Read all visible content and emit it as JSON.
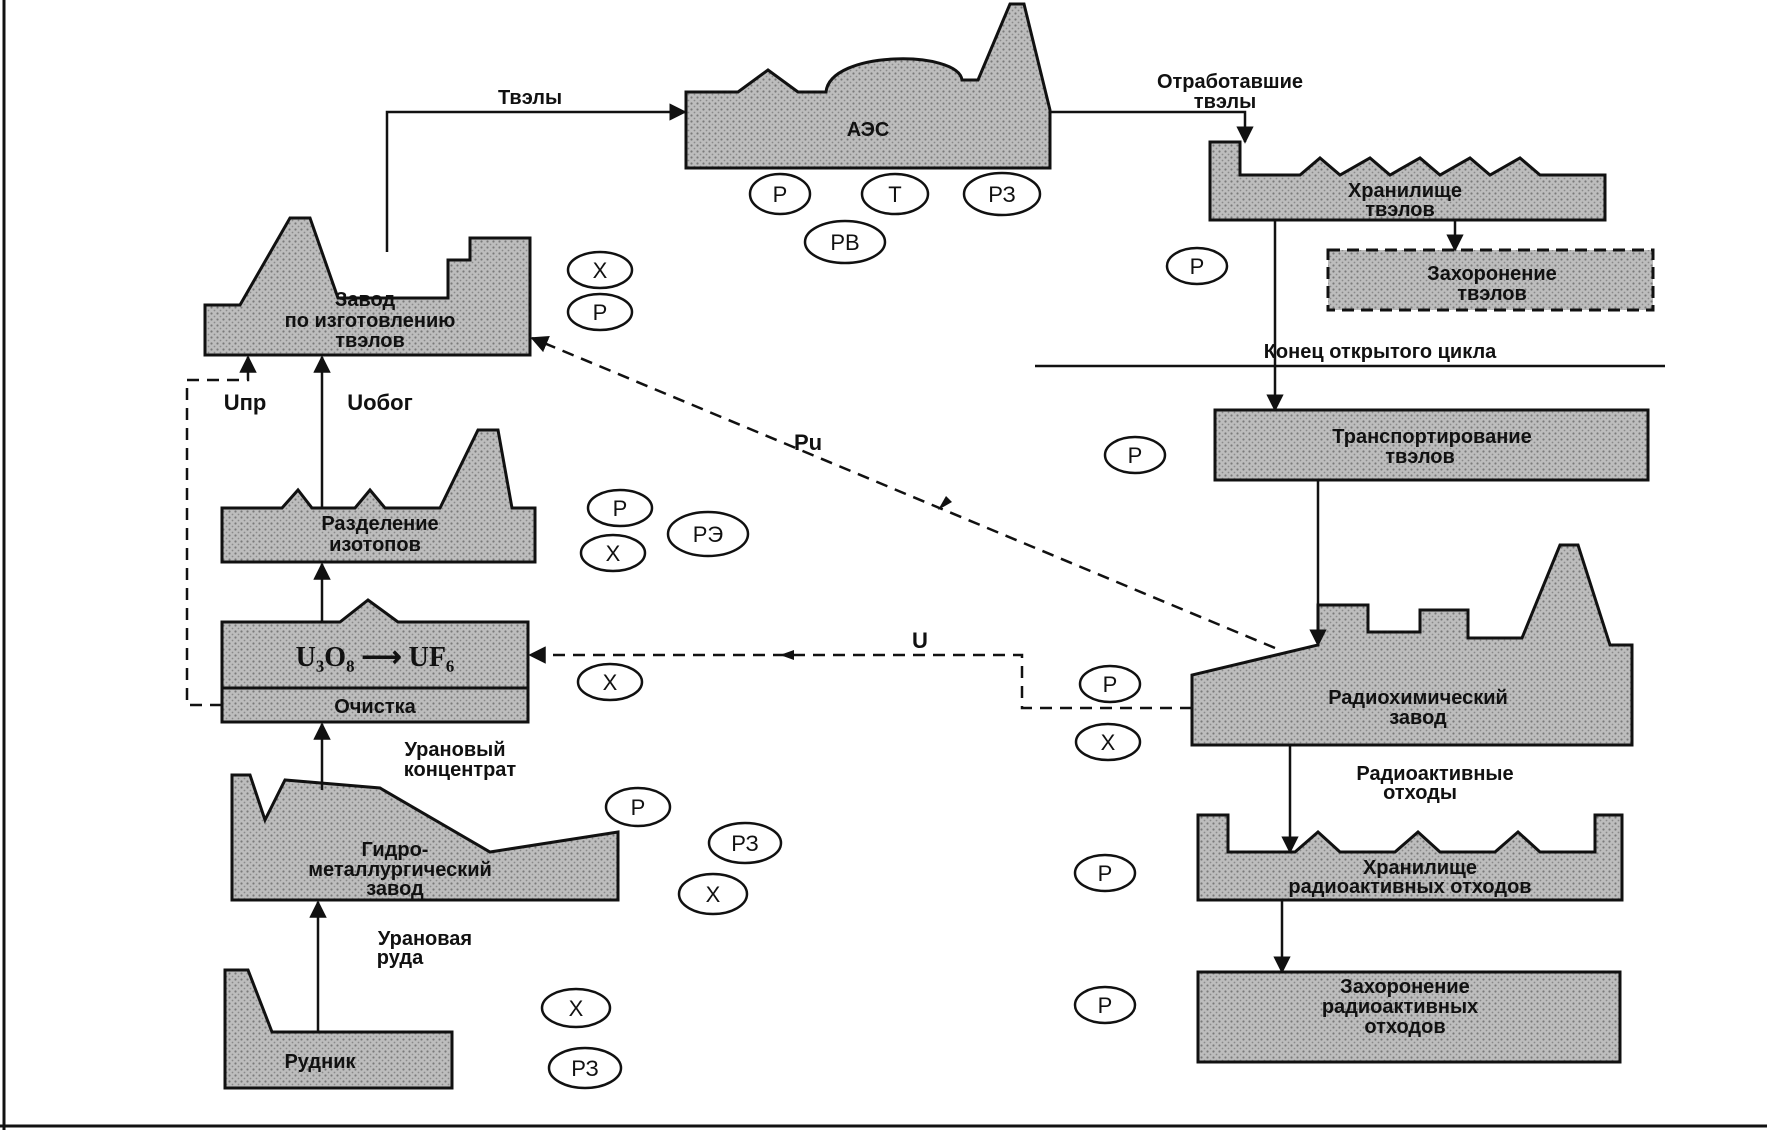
{
  "nodes": {
    "aes": "АЭС",
    "fuel_plant": [
      "Завод",
      "по изготовлению",
      "твэлов"
    ],
    "isotope_sep": [
      "Разделение",
      "изотопов"
    ],
    "conversion": "U₃O₈ ⟶ UF₆",
    "purification": "Очистка",
    "hydromet": [
      "Гидро-",
      "металлургический",
      "завод"
    ],
    "mine": "Рудник",
    "fuel_storage": [
      "Хранилище",
      "твэлов"
    ],
    "fuel_burial": [
      "Захоронение",
      "твэлов"
    ],
    "transport": [
      "Транспортирование",
      "твэлов"
    ],
    "radiochem": [
      "Радиохимический",
      "завод"
    ],
    "waste_storage": [
      "Хранилище",
      "радиоактивных отходов"
    ],
    "waste_burial": [
      "Захоронение",
      "радиоактивных",
      "отходов"
    ]
  },
  "edges": {
    "tvely": "Твэлы",
    "spent": [
      "Отработавшие",
      "твэлы"
    ],
    "u_pr": "Uпр",
    "u_obog": "Uобог",
    "pu": "Pu",
    "u": "U",
    "concentrate": [
      "Урановый",
      "концентрат"
    ],
    "ore": [
      "Урановая",
      "руда"
    ],
    "rad_waste": [
      "Радиоактивные",
      "отходы"
    ],
    "open_cycle_end": "Конец  открытого цикла"
  },
  "markers": {
    "aes": [
      "Р",
      "Т",
      "РЗ",
      "РВ"
    ],
    "fuel_plant": [
      "Х",
      "Р"
    ],
    "isotope_sep": [
      "Р",
      "РЭ",
      "Х"
    ],
    "conversion": [
      "Х"
    ],
    "hydromet": [
      "Р",
      "РЗ",
      "Х"
    ],
    "mine": [
      "Х",
      "РЗ"
    ],
    "fuel_storage": [
      "Р"
    ],
    "transport": [
      "Р"
    ],
    "radiochem": [
      "Р",
      "Х"
    ],
    "waste_storage": [
      "Р"
    ],
    "waste_burial": [
      "Р"
    ]
  }
}
